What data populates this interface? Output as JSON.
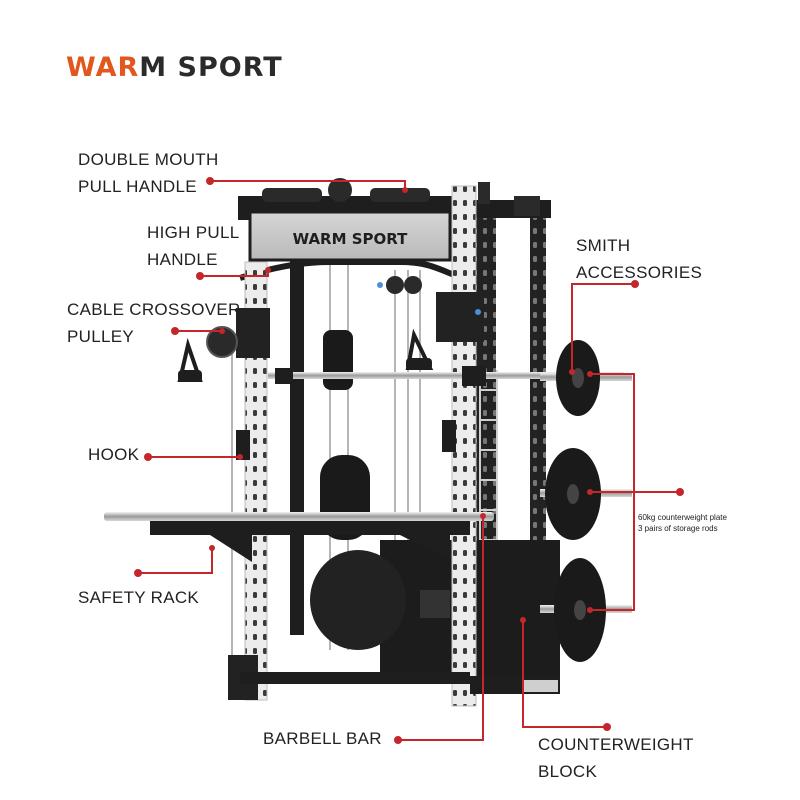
{
  "brand": {
    "part1": "WAR",
    "part2": "M",
    "part3": " SPORT"
  },
  "machine": {
    "panel_brand": "WARM SPORT"
  },
  "labels": {
    "double_mouth_1": "DOUBLE MOUTH",
    "double_mouth_2": "PULL HANDLE",
    "high_pull_1": "HIGH PULL",
    "high_pull_2": "HANDLE",
    "cable_1": "CABLE CROSSOVER",
    "cable_2": "PULLEY",
    "hook": "HOOK",
    "safety": "SAFETY RACK",
    "barbell": "BARBELL BAR",
    "smith_1": "SMITH",
    "smith_2": "ACCESSORIES",
    "cw_1": "COUNTERWEIGHT",
    "cw_2": "BLOCK",
    "plate_note_1": "60kg counterweight plate",
    "plate_note_2": "3 pairs of storage rods"
  },
  "colors": {
    "accent": "#e2571d",
    "callout": "#c3272b",
    "frame": "#1e1e1e",
    "upright": "#e9e9e9"
  }
}
